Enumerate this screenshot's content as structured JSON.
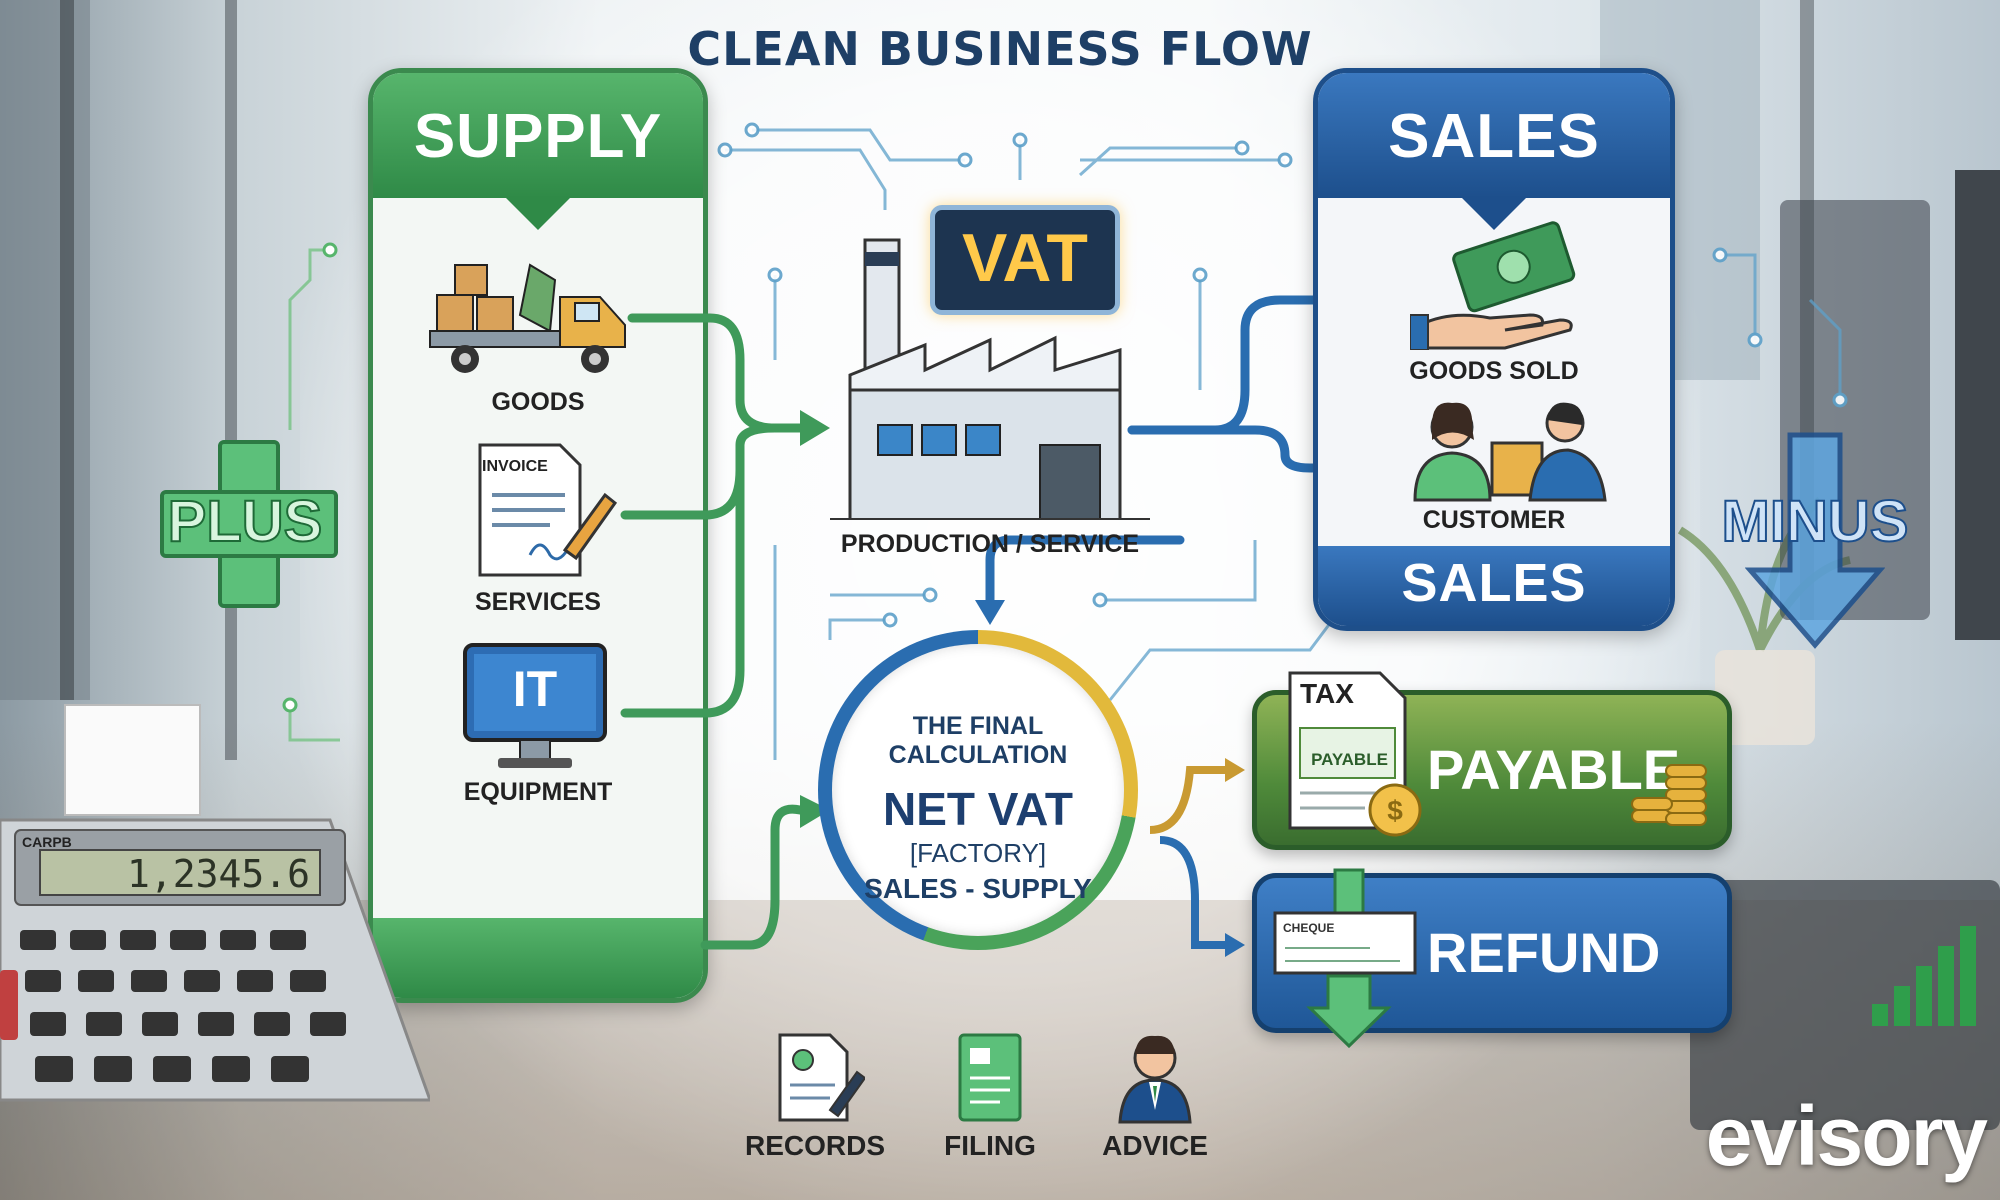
{
  "title": "CLEAN BUSINESS FLOW",
  "supply": {
    "heading": "SUPPLY",
    "items": [
      {
        "label": "GOODS",
        "icon": "delivery-truck-icon"
      },
      {
        "label": "SERVICES",
        "icon": "invoice-icon",
        "icon_text": "INVOICE"
      },
      {
        "label": "EQUIPMENT",
        "icon": "computer-monitor-icon",
        "icon_text": "IT"
      }
    ]
  },
  "plus_label": "PLUS",
  "minus_label": "MINUS",
  "center": {
    "sign": "VAT",
    "factory_label": "PRODUCTION / SERVICE"
  },
  "sales": {
    "heading": "SALES",
    "footer": "SALES",
    "items": [
      {
        "label": "GOODS SOLD",
        "icon": "money-hand-icon"
      },
      {
        "label": "CUSTOMER",
        "icon": "customer-icon"
      }
    ]
  },
  "calculation": {
    "line1": "THE FINAL",
    "line2": "CALCULATION",
    "main": "NET VAT",
    "sub": "[FACTORY]",
    "formula": "SALES - SUPPLY"
  },
  "results": {
    "payable": {
      "label": "PAYABLE",
      "doc_title": "TAX",
      "doc_stamp": "PAYABLE"
    },
    "refund": {
      "label": "REFUND",
      "doc_text": "CHEQUE"
    }
  },
  "calculator_display": "1,2345.6",
  "calculator_brand": "CARPB",
  "services": [
    {
      "label": "RECORDS",
      "icon": "records-icon"
    },
    {
      "label": "FILING",
      "icon": "filing-icon"
    },
    {
      "label": "ADVICE",
      "icon": "advisor-icon"
    }
  ],
  "brand": "evisory",
  "colors": {
    "green": "#2f8a47",
    "blue": "#1d4f8c",
    "gold": "#e2b93b",
    "title": "#1e3f66"
  }
}
